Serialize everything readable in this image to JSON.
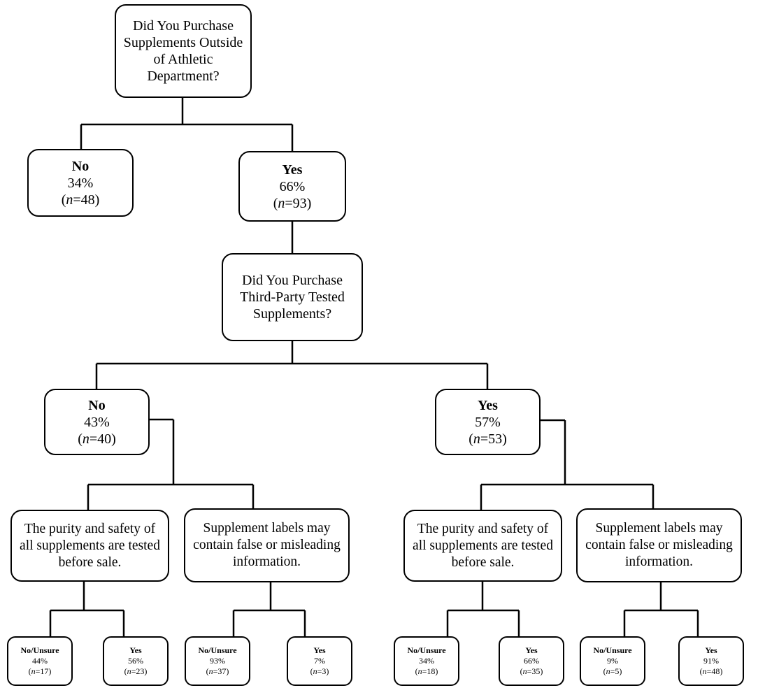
{
  "q1": {
    "text": "Did You Purchase Supplements Outside of Athletic Department?"
  },
  "a1_no": {
    "label": "No",
    "pct": "34%",
    "n": "48"
  },
  "a1_yes": {
    "label": "Yes",
    "pct": "66%",
    "n": "93"
  },
  "q2": {
    "text": "Did You Purchase Third-Party Tested Supplements?"
  },
  "a2_no": {
    "label": "No",
    "pct": "43%",
    "n": "40"
  },
  "a2_yes": {
    "label": "Yes",
    "pct": "57%",
    "n": "53"
  },
  "statements": {
    "purity": "The purity and safety of all supplements are tested before sale.",
    "labels": "Supplement labels may contain false or misleading information."
  },
  "leaves": {
    "no_purity_no": {
      "label": "No/Unsure",
      "pct": "44%",
      "n": "17"
    },
    "no_purity_yes": {
      "label": "Yes",
      "pct": "56%",
      "n": "23"
    },
    "no_labels_no": {
      "label": "No/Unsure",
      "pct": "93%",
      "n": "37"
    },
    "no_labels_yes": {
      "label": "Yes",
      "pct": "7%",
      "n": "3"
    },
    "yes_purity_no": {
      "label": "No/Unsure",
      "pct": "34%",
      "n": "18"
    },
    "yes_purity_yes": {
      "label": "Yes",
      "pct": "66%",
      "n": "35"
    },
    "yes_labels_no": {
      "label": "No/Unsure",
      "pct": "9%",
      "n": "5"
    },
    "yes_labels_yes": {
      "label": "Yes",
      "pct": "91%",
      "n": "48"
    }
  },
  "n_symbol": "n",
  "colors": {
    "line": "#000000",
    "background": "#ffffff"
  }
}
